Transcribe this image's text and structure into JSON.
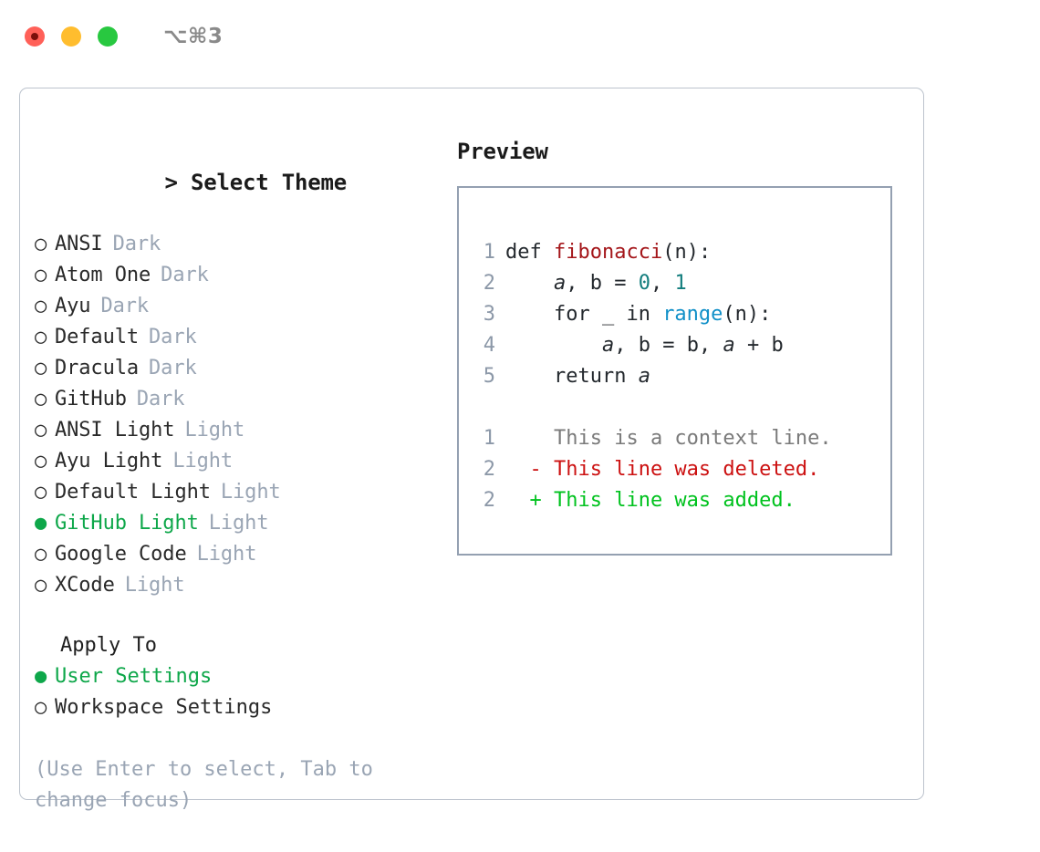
{
  "titlebar": {
    "shortcut": "⌥⌘3",
    "traffic_lights": [
      {
        "name": "close",
        "color": "#ff6058"
      },
      {
        "name": "minimize",
        "color": "#ffbd2e"
      },
      {
        "name": "zoom",
        "color": "#28c840"
      }
    ]
  },
  "colors": {
    "selected_green": "#0ea74a",
    "badge_muted": "#9aa5b4",
    "panel_border": "#bcc3cd",
    "preview_border": "#94a0b1",
    "lineno": "#8c98a8",
    "diff_add": "#00c21e",
    "diff_del": "#cc1111",
    "diff_ctx": "#7a7a7a",
    "syntax_function": "#a4161a",
    "syntax_number": "#127d7d",
    "syntax_call": "#1190c8",
    "code_text": "#24292e"
  },
  "theme_panel": {
    "caret": "> ",
    "header": "Select Theme",
    "items": [
      {
        "name": "ANSI",
        "badge": "Dark",
        "selected": false,
        "bullet": "○"
      },
      {
        "name": "Atom One",
        "badge": "Dark",
        "selected": false,
        "bullet": "○"
      },
      {
        "name": "Ayu",
        "badge": "Dark",
        "selected": false,
        "bullet": "○"
      },
      {
        "name": "Default",
        "badge": "Dark",
        "selected": false,
        "bullet": "○"
      },
      {
        "name": "Dracula",
        "badge": "Dark",
        "selected": false,
        "bullet": "○"
      },
      {
        "name": "GitHub",
        "badge": "Dark",
        "selected": false,
        "bullet": "○"
      },
      {
        "name": "ANSI Light",
        "badge": "Light",
        "selected": false,
        "bullet": "○"
      },
      {
        "name": "Ayu Light",
        "badge": "Light",
        "selected": false,
        "bullet": "○"
      },
      {
        "name": "Default Light",
        "badge": "Light",
        "selected": false,
        "bullet": "○"
      },
      {
        "name": "GitHub Light",
        "badge": "Light",
        "selected": true,
        "bullet": "●"
      },
      {
        "name": "Google Code",
        "badge": "Light",
        "selected": false,
        "bullet": "○"
      },
      {
        "name": "XCode",
        "badge": "Light",
        "selected": false,
        "bullet": "○"
      }
    ]
  },
  "apply_to": {
    "title": "Apply To",
    "options": [
      {
        "label": "User Settings",
        "selected": true,
        "bullet": "●"
      },
      {
        "label": "Workspace Settings",
        "selected": false,
        "bullet": "○"
      }
    ]
  },
  "hint": "(Use Enter to select, Tab to change focus)",
  "preview": {
    "title": "Preview",
    "code_lines": [
      {
        "lineno": "1",
        "segments": [
          {
            "text": "def ",
            "kind": "plain"
          },
          {
            "text": "fibonacci",
            "kind": "function"
          },
          {
            "text": "(n):",
            "kind": "plain"
          }
        ]
      },
      {
        "lineno": "2",
        "segments": [
          {
            "text": "    ",
            "kind": "plain"
          },
          {
            "text": "a",
            "kind": "var"
          },
          {
            "text": ", ",
            "kind": "plain"
          },
          {
            "text": "b",
            "kind": "plain"
          },
          {
            "text": " = ",
            "kind": "plain"
          },
          {
            "text": "0",
            "kind": "number"
          },
          {
            "text": ", ",
            "kind": "plain"
          },
          {
            "text": "1",
            "kind": "number"
          }
        ]
      },
      {
        "lineno": "3",
        "segments": [
          {
            "text": "    for _ in ",
            "kind": "plain"
          },
          {
            "text": "range",
            "kind": "call"
          },
          {
            "text": "(n):",
            "kind": "plain"
          }
        ]
      },
      {
        "lineno": "4",
        "segments": [
          {
            "text": "        ",
            "kind": "plain"
          },
          {
            "text": "a",
            "kind": "var"
          },
          {
            "text": ", ",
            "kind": "plain"
          },
          {
            "text": "b",
            "kind": "plain"
          },
          {
            "text": " = ",
            "kind": "plain"
          },
          {
            "text": "b",
            "kind": "plain"
          },
          {
            "text": ", ",
            "kind": "plain"
          },
          {
            "text": "a",
            "kind": "var"
          },
          {
            "text": " + ",
            "kind": "plain"
          },
          {
            "text": "b",
            "kind": "plain"
          }
        ]
      },
      {
        "lineno": "5",
        "segments": [
          {
            "text": "    return ",
            "kind": "plain"
          },
          {
            "text": "a",
            "kind": "var"
          }
        ]
      }
    ],
    "diff_lines": [
      {
        "lineno": "1",
        "marker": "  ",
        "text": "This is a context line.",
        "kind": "context"
      },
      {
        "lineno": "2",
        "marker": "- ",
        "text": "This line was deleted.",
        "kind": "deleted"
      },
      {
        "lineno": "2",
        "marker": "+ ",
        "text": "This line was added.",
        "kind": "added"
      }
    ]
  }
}
